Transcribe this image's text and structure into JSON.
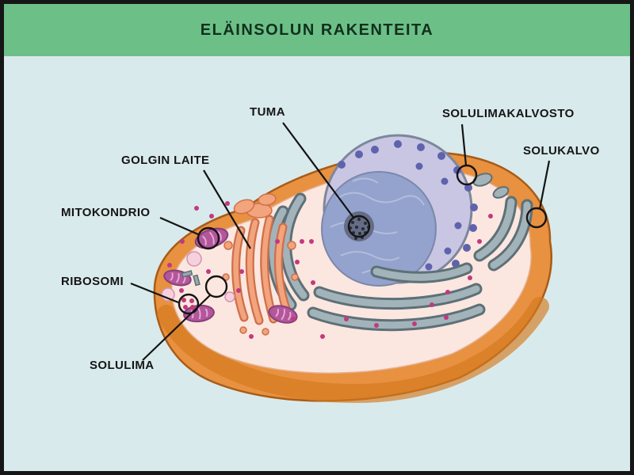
{
  "title": "ELÄINSOLUN RAKENTEITA",
  "labels": {
    "tuma": "TUMA",
    "solulimakalvosto": "SOLULIMAKALVOSTO",
    "solukalvo": "SOLUKALVO",
    "golgin_laite": "GOLGIN LAITE",
    "mitokondrio": "MITOKONDRIO",
    "ribosomi": "RIBOSOMI",
    "solulima": "SOLULIMA"
  },
  "palette": {
    "header_bg": "#6cc087",
    "title_color": "#12301d",
    "canvas_bg": "#d9eaec",
    "membrane": "#e89140",
    "membrane_shade": "#d4791f",
    "membrane_outline": "#a85c17",
    "cytoplasm": "#fbe7df",
    "nucleus_envelope": "#c9c6e3",
    "nucleus_inner": "#93a3cd",
    "nuclear_pore": "#5f63ad",
    "er_fill": "#a3b3ba",
    "er_edge": "#5d7077",
    "golgi_fill": "#f2a47c",
    "golgi_edge": "#cf6f4a",
    "mito_fill": "#b4569c",
    "mito_edge": "#86407a",
    "mito_cristae": "#e2a9d2",
    "ribosome": "#c2397f",
    "pointer_color": "#141414"
  }
}
